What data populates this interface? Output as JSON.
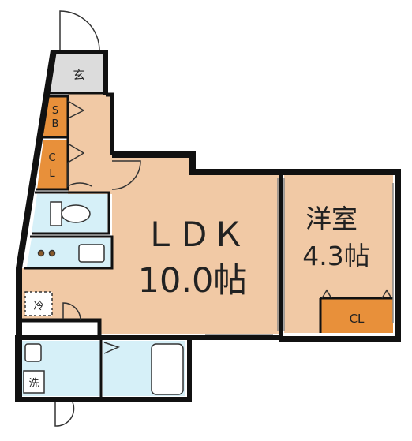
{
  "rooms": {
    "genkan": {
      "label": "玄"
    },
    "sb": {
      "label_1": "S",
      "label_2": "B"
    },
    "cl_left": {
      "label_1": "C",
      "label_2": "L"
    },
    "ldk": {
      "label_1": "ＬＤＫ",
      "label_2": "10.0帖"
    },
    "yoshitsu": {
      "label_1": "洋室",
      "label_2": "4.3帖"
    },
    "cl_right": {
      "label": "CL"
    },
    "fridge": {
      "label": "冷"
    },
    "washer": {
      "label": "洗"
    }
  },
  "colors": {
    "room_fill": "#f1c9a5",
    "wet_fill": "#d6f0f8",
    "entry_fill": "#dcdcdc",
    "storage_fill": "#e8903a",
    "wall": "#111111"
  }
}
